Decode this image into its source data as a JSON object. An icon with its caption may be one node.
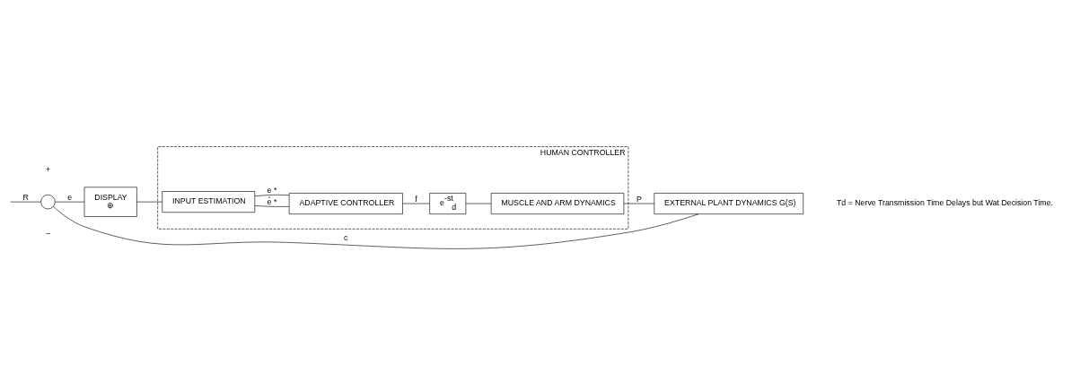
{
  "diagram": {
    "nodes": [
      {
        "text": [
          "HUMAN CONTROLLER"
        ]
      },
      {
        "text": [],
        "shape": "circle",
        "beside": [
          "+",
          "−"
        ]
      },
      {
        "text": [
          "DISPLAY",
          "⊕"
        ]
      },
      {
        "text": [
          "INPUT ESTIMATION"
        ],
        "in": 0
      },
      {
        "text": [
          "ADAPTIVE CONTROLLER"
        ],
        "in": 0
      },
      {
        "text": [
          "e$^{-st}$$_{d}$"
        ],
        "in": 0
      },
      {
        "text": [
          "MUSCLE AND ARM DYNAMICS"
        ],
        "in": 0
      },
      {
        "text": [
          "EXTERNAL PLANT DYNAMICS G(S)"
        ]
      }
    ],
    "edges": [
      {
        "from": null,
        "to": 1,
        "arrow": "none",
        "label": "R"
      },
      {
        "from": 1,
        "to": 2,
        "arrow": "none",
        "label": "e"
      },
      {
        "from": 2,
        "to": 3,
        "arrow": "none"
      },
      {
        "from": 3,
        "to": 4,
        "arrow": "none",
        "label": "e̊ *"
      },
      {
        "from": 3,
        "to": 4,
        "arrow": "none",
        "label": "e *"
      },
      {
        "from": 4,
        "to": 5,
        "arrow": "none",
        "label": "f"
      },
      {
        "from": 5,
        "to": 6,
        "arrow": "none"
      },
      {
        "from": 6,
        "to": 7,
        "arrow": "none",
        "label": "P"
      },
      {
        "from": 7,
        "to": 1,
        "arrow": "none",
        "label": "c"
      }
    ],
    "labels": [
      "Td = Nerve Transmission Time Delays but Wat Decision Time."
    ]
  }
}
